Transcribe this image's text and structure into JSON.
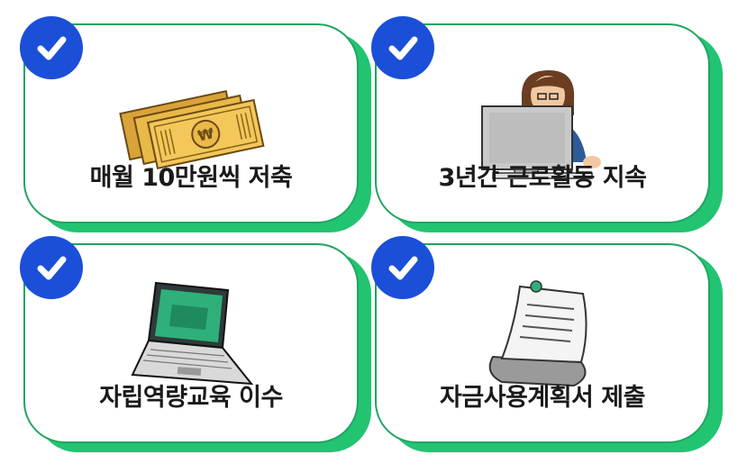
{
  "cards": [
    {
      "label": "매월 10만원씩 저축",
      "icon": "money-bills-icon"
    },
    {
      "label": "3년간 근로활동 지속",
      "icon": "person-at-computer-icon"
    },
    {
      "label": "자립역량교육 이수",
      "icon": "laptop-icon"
    },
    {
      "label": "자금사용계획서 제출",
      "icon": "document-scroll-icon"
    }
  ],
  "colors": {
    "check": "#1b4fd8",
    "accent": "#22c472",
    "border": "#1fa55f"
  }
}
